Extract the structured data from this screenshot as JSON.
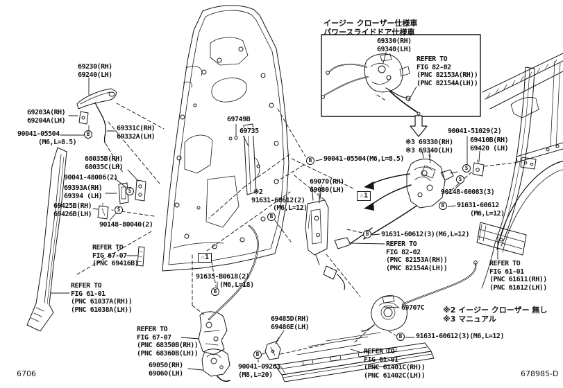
{
  "title": "Toyota sliding door lock & handle parts diagram",
  "labels": {
    "handle": [
      "69230(RH)",
      "69240(LH)"
    ],
    "handle_frame": [
      "69203A(RH)",
      "69204A(LH)"
    ],
    "bolt_05504_left": [
      "90041-05504",
      "(M6,L=8.5)"
    ],
    "rod": [
      "69331C(RH)",
      "69332A(LH)"
    ],
    "lock_cylinder": [
      "68035B(RH)",
      "68035C(LH)"
    ],
    "screw_48006": [
      "90041-48006(2)"
    ],
    "pad": [
      "69393A(RH)",
      "69394 (LH)"
    ],
    "bracket_69425": [
      "69425B(RH)",
      "69426B(LH)"
    ],
    "screw_80040": [
      "90148-80040(2)"
    ],
    "ref_6707_69416": [
      "REFER TO",
      "FIG 67-07",
      "(PNC 69416B)"
    ],
    "ref_6101_61037": [
      "REFER TO",
      "FIG 61-01",
      "(PNC 61037A(RH))",
      "(PNC 61038A(LH))"
    ],
    "clip_69749": [
      "69749B"
    ],
    "channel_69735": [
      "69735"
    ],
    "inset_caption": [
      "イージー クローザー仕様車",
      "パワースライドドア仕様車"
    ],
    "inset_lock": [
      "69330(RH)",
      "69340(LH)"
    ],
    "inset_ref_8202": [
      "REFER TO",
      "FIG 82-02",
      "(PNC 82153A(RH))",
      "(PNC 82154A(LH))"
    ],
    "screw_51029": [
      "90041-51029(2)"
    ],
    "lock_x3": [
      "※3 69330(RH)",
      "※3 69340(LH)"
    ],
    "striker_69410": [
      "69410B(RH)",
      "69420 (LH)"
    ],
    "bolt_05504_mid": [
      "90041-05504(M6,L=8.5)"
    ],
    "screw_60083": [
      "90148-60083(3)"
    ],
    "bolt_60612_right": [
      "91631-60612",
      "(M6,L=12)"
    ],
    "lock_69070": [
      "69070(RH)",
      "69080(LH)"
    ],
    "bolt_60612_x2": [
      "※2",
      "91631-60612(2)",
      "(M6,L=12)"
    ],
    "bolt_60612_top3": [
      "91631-60612(3)(M6,L=12)"
    ],
    "ref_8202_mid": [
      "REFER TO",
      "FIG 82-02",
      "(PNC 82153A(RH))",
      "(PNC 82154A(LH))"
    ],
    "bolt_B0618": [
      "91635-B0618(2)",
      "(M6,L=18)"
    ],
    "ref_6101_61611": [
      "REFER TO",
      "FIG 61-01",
      "(PNC 61611(RH))",
      "(PNC 61612(LH))"
    ],
    "cable_69707": [
      "69707C"
    ],
    "notes": [
      "※2 イージー クローザー 無し",
      "※3 マニュアル"
    ],
    "bolt_60612_bot3": [
      "91631-60612(3)(M6,L=12)"
    ],
    "check_69485": [
      "69485D(RH)",
      "69486E(LH)"
    ],
    "bolt_09263": [
      "90041-09263",
      "(M8,L=20)"
    ],
    "ref_6101_61401": [
      "REFER TO",
      "FIG 61-01",
      "(PNC 61401C(RH))",
      "(PNC 61402C(LH))"
    ],
    "lock_69050": [
      "69050(RH)",
      "69060(LH)"
    ],
    "ref_6707_68350": [
      "REFER TO",
      "FIG 67-07",
      "(PNC 68350B(RH))",
      "(PNC 68360B(LH))"
    ]
  },
  "star_label": "☆1",
  "fastener_letters": {
    "bolt": "B",
    "screw": "S"
  },
  "footer": {
    "left_code": "6706",
    "right_code": "678985-D"
  },
  "colors": {
    "line": "#141414",
    "background": "#ffffff"
  }
}
